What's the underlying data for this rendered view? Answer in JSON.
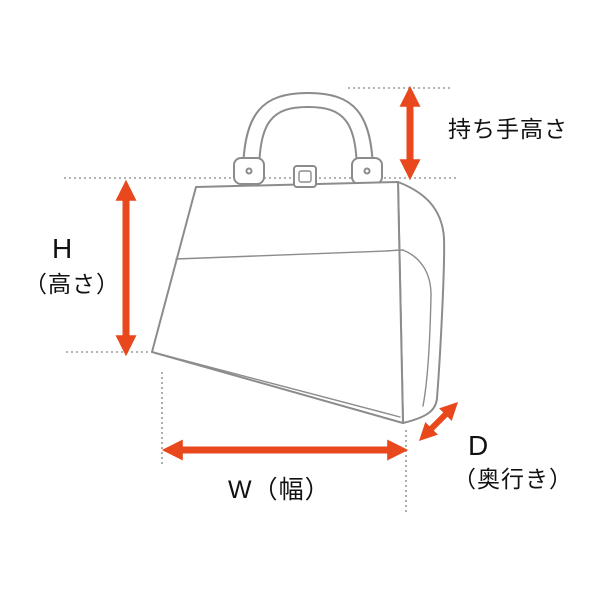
{
  "diagram": {
    "labels": {
      "handle_height": "持ち手高さ",
      "height_letter": "H",
      "height_sub": "（高さ）",
      "width": "W（幅）",
      "depth_letter": "D",
      "depth_sub": "（奥行き）"
    },
    "colors": {
      "arrow": "#e8481c",
      "bag_outline": "#8c8c8c",
      "guide": "#9a9a9a",
      "text": "#111111",
      "background": "#ffffff"
    }
  }
}
